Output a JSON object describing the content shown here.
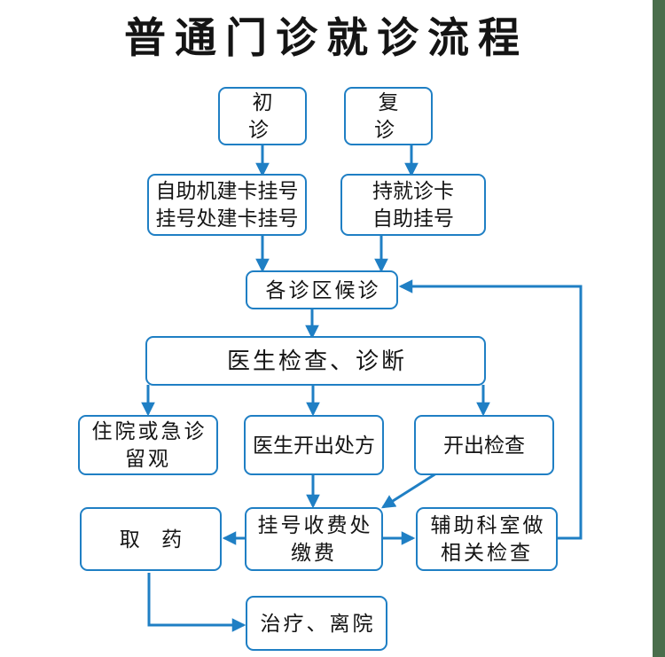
{
  "title": "普通门诊就诊流程",
  "theme": {
    "line_color": "#1f7fc4",
    "box_border": "#1f7fc4",
    "text_color": "#141414",
    "background": "#ffffff",
    "side_strip": "#4a6e4c"
  },
  "nodes": {
    "first_visit": "初 诊",
    "return_visit": "复 诊",
    "self_service_register": "自助机建卡挂号\n挂号处建卡挂号",
    "card_register": "持就诊卡\n自助挂号",
    "wait_area": "各诊区候诊",
    "doctor_exam": "医生检查、诊断",
    "inpatient_emergency": "住院或急诊\n留观",
    "prescription": "医生开出处方",
    "order_exam": "开出检查",
    "get_medicine": "取 药",
    "payment": "挂号收费处\n缴费",
    "aux_department": "辅助科室做\n相关检查",
    "treatment_discharge": "治疗、离院"
  },
  "edges": [
    {
      "from": "first_visit",
      "to": "self_service_register",
      "kind": "arrow-down"
    },
    {
      "from": "return_visit",
      "to": "card_register",
      "kind": "arrow-down"
    },
    {
      "from": "self_service_register",
      "to": "wait_area",
      "kind": "arrow-down"
    },
    {
      "from": "card_register",
      "to": "wait_area",
      "kind": "arrow-down"
    },
    {
      "from": "wait_area",
      "to": "doctor_exam",
      "kind": "arrow-down"
    },
    {
      "from": "doctor_exam",
      "to": "inpatient_emergency",
      "kind": "arrow-down"
    },
    {
      "from": "doctor_exam",
      "to": "prescription",
      "kind": "arrow-down"
    },
    {
      "from": "doctor_exam",
      "to": "order_exam",
      "kind": "arrow-down"
    },
    {
      "from": "prescription",
      "to": "payment",
      "kind": "arrow-down"
    },
    {
      "from": "order_exam",
      "to": "payment",
      "kind": "arrow-diagonal"
    },
    {
      "from": "payment",
      "to": "get_medicine",
      "kind": "arrow-left"
    },
    {
      "from": "payment",
      "to": "aux_department",
      "kind": "arrow-right"
    },
    {
      "from": "aux_department",
      "to": "wait_area",
      "kind": "feedback-loop"
    },
    {
      "from": "get_medicine",
      "to": "treatment_discharge",
      "kind": "arrow-elbow"
    }
  ]
}
